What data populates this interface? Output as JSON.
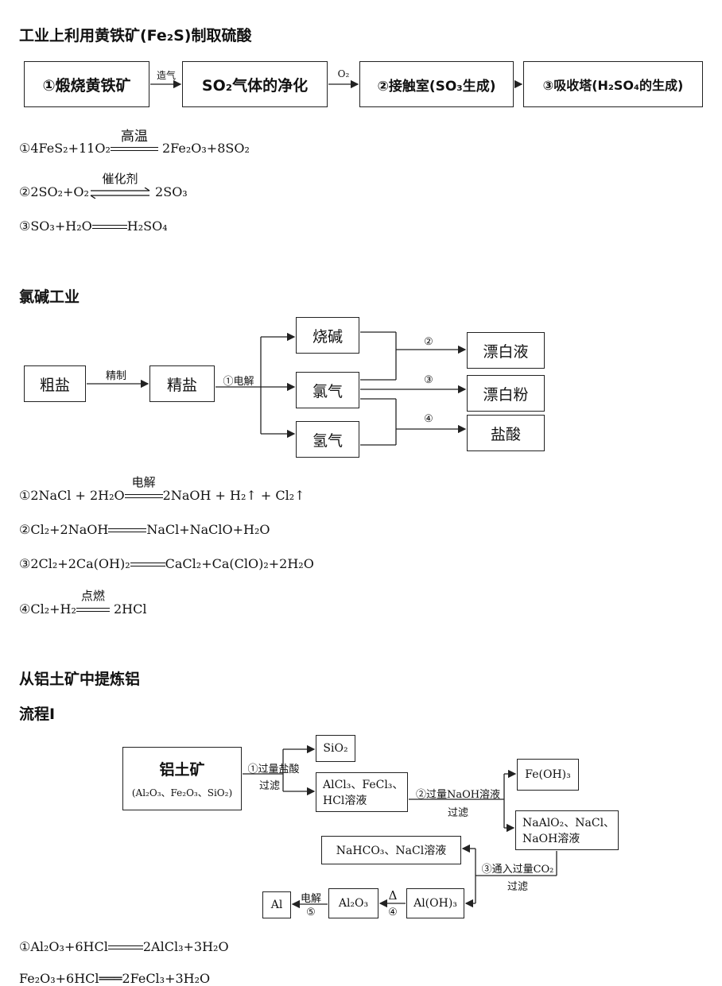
{
  "sec1": {
    "title": "工业上利用黄铁矿(Fe₂S)制取硫酸",
    "box1": "①煅烧黄铁矿",
    "arrow1": "造气",
    "box2": "SO₂气体的净化",
    "arrow2": "O₂",
    "box3": "②接触室(SO₃生成)",
    "box4": "③吸收塔(H₂SO₄的生成)",
    "eq1_left": "①4FeS₂+11O₂",
    "eq1_cond": "高温",
    "eq1_right": "2Fe₂O₃+8SO₂",
    "eq2_left": "②2SO₂+O₂",
    "eq2_cond": "催化剂",
    "eq2_right": "2SO₃",
    "eq3_left": "③SO₃+H₂O",
    "eq3_right": "H₂SO₄"
  },
  "sec2": {
    "title": "氯碱工业",
    "crude": "粗盐",
    "refine": "精制",
    "fine": "精盐",
    "electro": "①电解",
    "naoh": "烧碱",
    "cl2": "氯气",
    "h2": "氢气",
    "m2": "②",
    "m3": "③",
    "m4": "④",
    "bleach_liq": "漂白液",
    "bleach_pow": "漂白粉",
    "hcl": "盐酸",
    "eq1_left": "①2NaCl + 2H₂O",
    "eq1_cond": "电解",
    "eq1_right": "2NaOH + H₂↑ + Cl₂↑",
    "eq2_left": "②Cl₂+2NaOH",
    "eq2_right": "NaCl+NaClO+H₂O",
    "eq3_left": "③2Cl₂+2Ca(OH)₂",
    "eq3_right": "CaCl₂+Ca(ClO)₂+2H₂O",
    "eq4_left": "④Cl₂+H₂",
    "eq4_cond": "点燃",
    "eq4_right": "2HCl"
  },
  "sec3": {
    "title": "从铝土矿中提炼铝",
    "subtitle": "流程I",
    "ore": "铝土矿",
    "ore_comp": "(Al₂O₃、Fe₂O₃、SiO₂)",
    "step1_a": "①过量盐酸",
    "step1_b": "过滤",
    "sio2": "SiO₂",
    "chlorides_1": "AlCl₃、FeCl₃、",
    "chlorides_2": "HCl溶液",
    "step2_a": "②过量NaOH溶液",
    "step2_b": "过滤",
    "feoh3": "Fe(OH)₃",
    "naalo2_1": "NaAlO₂、NaCl、",
    "naalo2_2": "NaOH溶液",
    "step3_a": "③通入过量CO₂",
    "step3_b": "过滤",
    "nahco3": "NaHCO₃、NaCl溶液",
    "aloh3": "Al(OH)₃",
    "delta": "Δ",
    "m4": "④",
    "al2o3": "Al₂O₃",
    "electro": "电解",
    "m5": "⑤",
    "al": "Al",
    "eq1_left": "①Al₂O₃+6HCl",
    "eq1_right": "2AlCl₃+3H₂O",
    "eq2_partial": "Fe₂O₃+6HCl═══2FeCl₃+3H₂O"
  }
}
